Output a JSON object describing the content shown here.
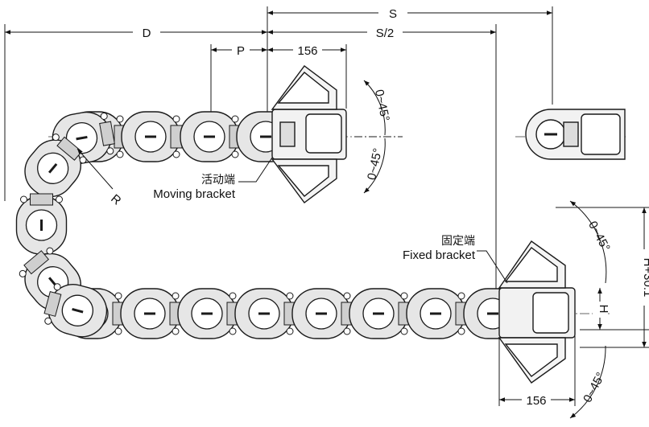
{
  "dimensions": {
    "S": "S",
    "S_half": "S/2",
    "D": "D",
    "P": "P",
    "bracket_len_top": "156",
    "bracket_len_bottom": "156",
    "H": "H",
    "H_total": "H+30.1",
    "R": "R"
  },
  "angles": {
    "moving_upper": "0~45°",
    "moving_lower": "0~45°",
    "fixed_upper": "0~45°",
    "fixed_lower": "0~45°"
  },
  "labels": {
    "moving_cn": "活动端",
    "moving_en": "Moving bracket",
    "fixed_cn": "固定端",
    "fixed_en": "Fixed bracket"
  },
  "colors": {
    "line": "#1a1a1a",
    "link_fill": "#e6e6e6",
    "hole_fill": "#ffffff"
  }
}
